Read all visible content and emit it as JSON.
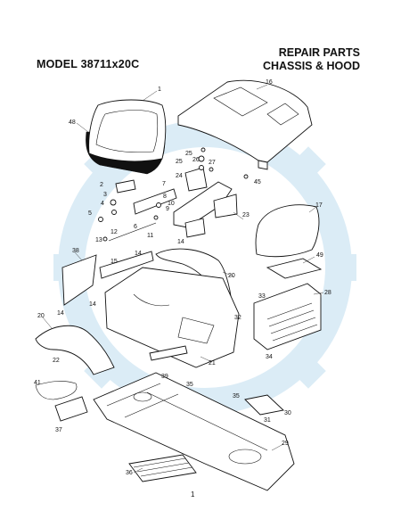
{
  "header": {
    "model": "MODEL 38711x20C",
    "title_line1": "REPAIR PARTS",
    "title_line2": "CHASSIS & HOOD"
  },
  "page_number": "1",
  "callouts": [
    "1",
    "48",
    "16",
    "25",
    "26",
    "27",
    "25",
    "24",
    "2",
    "3",
    "4",
    "5",
    "7",
    "8",
    "9",
    "10",
    "6",
    "11",
    "12",
    "13",
    "45",
    "23",
    "17",
    "38",
    "15",
    "14",
    "14",
    "14",
    "20",
    "49",
    "33",
    "28",
    "20",
    "14",
    "32",
    "34",
    "22",
    "21",
    "39",
    "41",
    "35",
    "35",
    "30",
    "31",
    "37",
    "29",
    "36"
  ],
  "colors": {
    "ink": "#111111",
    "watermark": "#cfe6f3"
  }
}
